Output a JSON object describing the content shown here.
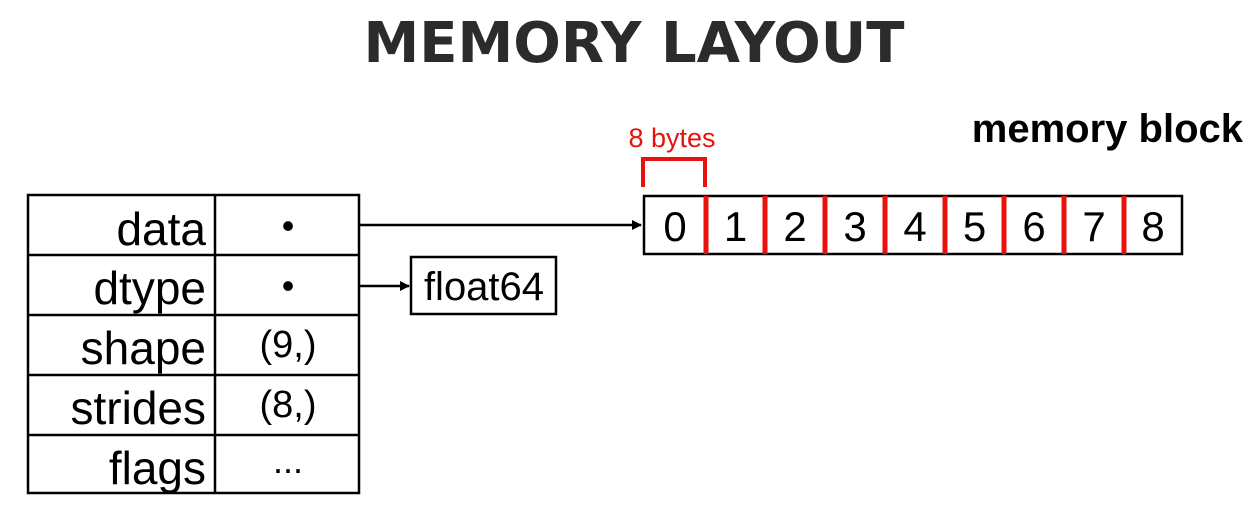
{
  "title": "MEMORY LAYOUT",
  "memory_block_label": "memory block",
  "element_size_label": "8 bytes",
  "colors": {
    "ink": "#000000",
    "title": "#2b2b2b",
    "accent": "#e8120c"
  },
  "array_struct": {
    "rows": [
      {
        "field": "data",
        "value": "•"
      },
      {
        "field": "dtype",
        "value": "•"
      },
      {
        "field": "shape",
        "value": "(9,)"
      },
      {
        "field": "strides",
        "value": "(8,)"
      },
      {
        "field": "flags",
        "value": "..."
      }
    ]
  },
  "dtype_box": {
    "label": "float64"
  },
  "memory_cells": [
    "0",
    "1",
    "2",
    "3",
    "4",
    "5",
    "6",
    "7",
    "8"
  ]
}
